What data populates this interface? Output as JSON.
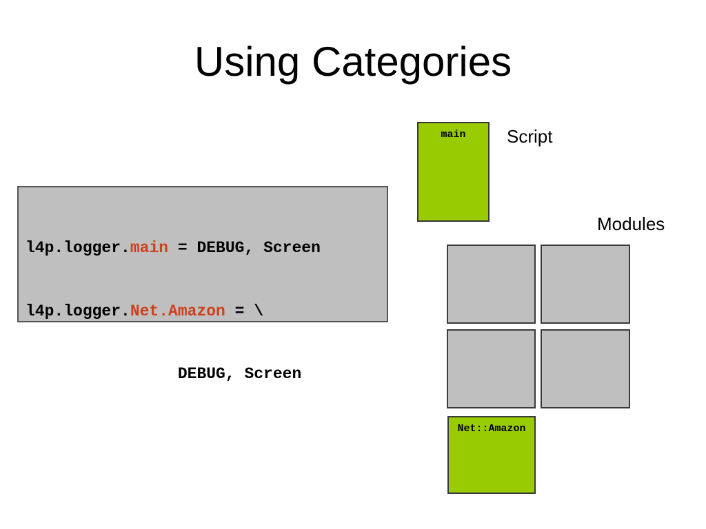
{
  "slide": {
    "title": "Using Categories",
    "background_color": "#ffffff"
  },
  "colors": {
    "green": "#99cc00",
    "grey": "#bfbfbf",
    "border": "#3a3a3a",
    "code_border": "#555555",
    "highlight": "#cf3f1e",
    "text": "#000000"
  },
  "code_block": {
    "background_color": "#bfbfbf",
    "lines": [
      {
        "segments": [
          {
            "text": "l4p.logger.",
            "highlight": false
          },
          {
            "text": "main",
            "highlight": true
          },
          {
            "text": " = DEBUG, Screen",
            "highlight": false
          }
        ]
      },
      {
        "segments": [
          {
            "text": "l4p.logger.",
            "highlight": false
          },
          {
            "text": "Net.Amazon",
            "highlight": true
          },
          {
            "text": " = \\",
            "highlight": false
          }
        ]
      },
      {
        "segments": [
          {
            "text": "                DEBUG, Screen",
            "highlight": false
          }
        ]
      }
    ]
  },
  "diagram": {
    "script": {
      "label": "main",
      "caption": "Script",
      "color": "#99cc00"
    },
    "modules": {
      "caption": "Modules",
      "empty_boxes": [
        {
          "label": "",
          "color": "#bfbfbf"
        },
        {
          "label": "",
          "color": "#bfbfbf"
        },
        {
          "label": "",
          "color": "#bfbfbf"
        },
        {
          "label": "",
          "color": "#bfbfbf"
        }
      ],
      "highlighted_box": {
        "label": "Net::Amazon",
        "color": "#99cc00"
      }
    }
  }
}
